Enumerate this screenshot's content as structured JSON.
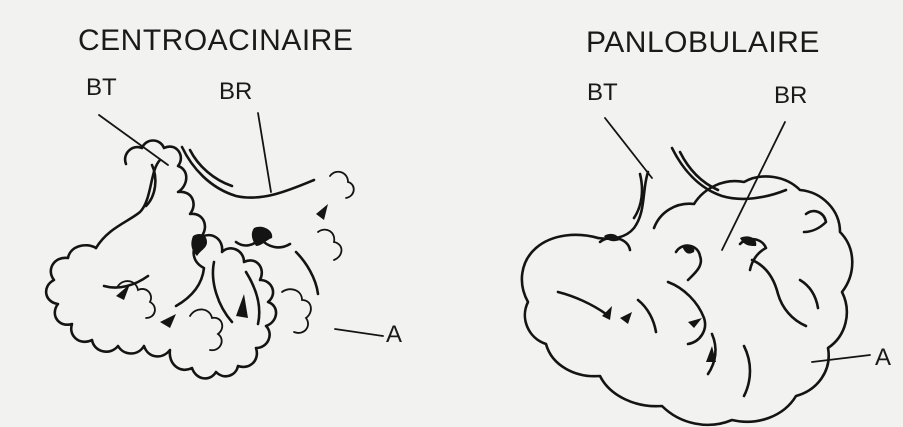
{
  "panels": [
    {
      "title": "CENTROACINAIRE",
      "labels": {
        "bt": "BT",
        "br": "BR",
        "a": "A"
      }
    },
    {
      "title": "PANLOBULAIRE",
      "labels": {
        "bt": "BT",
        "br": "BR",
        "a": "A"
      }
    }
  ]
}
